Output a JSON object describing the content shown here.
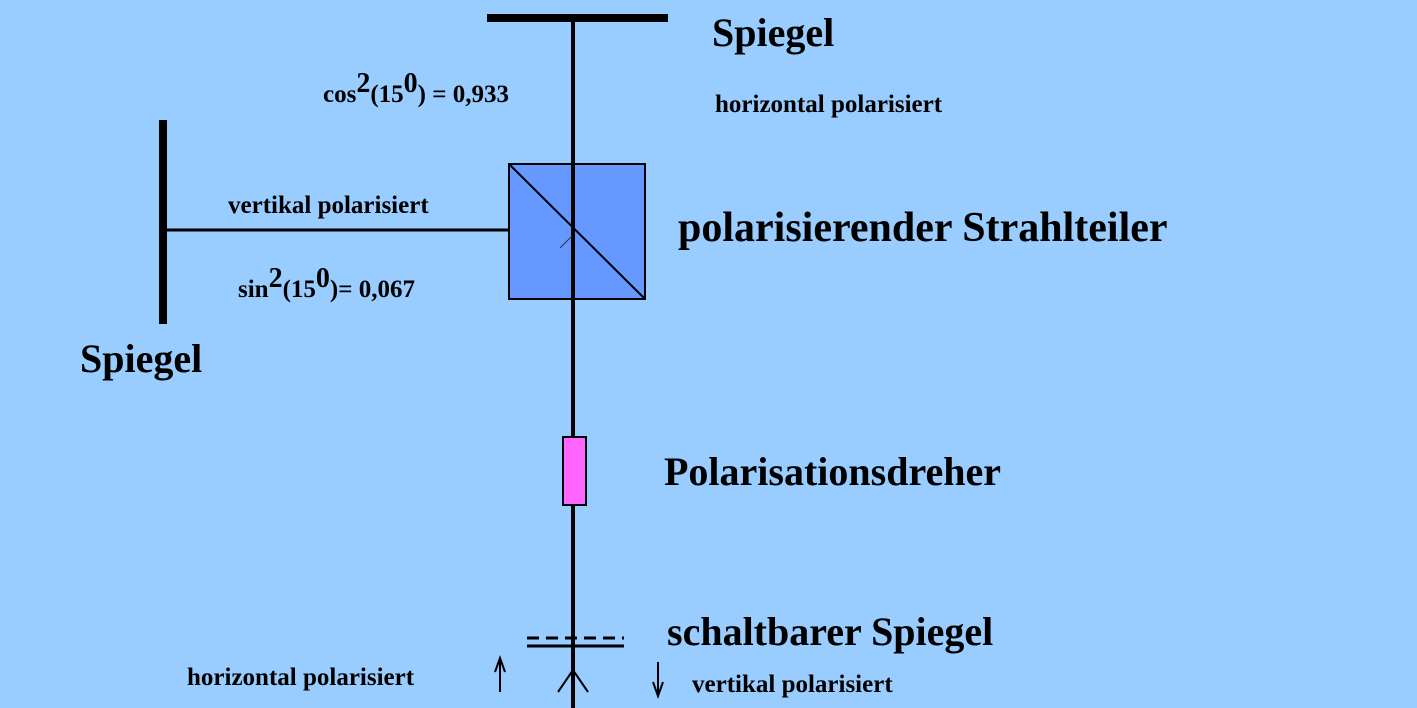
{
  "colors": {
    "background": "#99ccff",
    "beam_splitter": "#6699ff",
    "polarization_rotator": "#ff66ff"
  },
  "labels": {
    "top_mirror": "Spiegel",
    "top_polarization": "horizontal polarisiert",
    "cos_prefix": "cos",
    "cos_exp": "2",
    "cos_arg": "(15",
    "cos_deg": "0",
    "cos_result": ") = 0,933",
    "left_polarization": "vertikal polarisiert",
    "beam_splitter": "polarisierender Strahlteiler",
    "sin_prefix": "sin",
    "sin_exp": "2",
    "sin_arg": "(15",
    "sin_deg": "0",
    "sin_result": ")= 0,067",
    "left_mirror": "Spiegel",
    "rotator": "Polarisationsdreher",
    "switchable_mirror": "schaltbarer Spiegel",
    "bottom_left_polarization": "horizontal polarisiert",
    "bottom_right_polarization": "vertikal polarisiert"
  }
}
